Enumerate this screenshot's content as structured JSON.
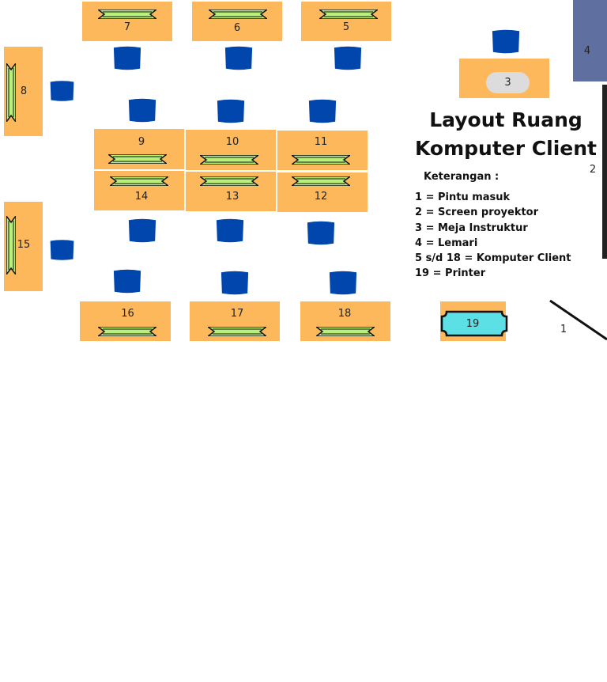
{
  "title_line1": "Layout Ruang",
  "title_line2": "Komputer Client",
  "legend_heading": "Keterangan :",
  "legend_items": [
    "1 = Pintu masuk",
    "2 = Screen proyektor",
    "3 = Meja Instruktur",
    "4 = Lemari",
    "5 s/d 18 = Komputer Client",
    "19 = Printer"
  ],
  "labels": {
    "n1": "1",
    "n2": "2",
    "n3": "3",
    "n4": "4",
    "n5": "5",
    "n6": "6",
    "n7": "7",
    "n8": "8",
    "n9": "9",
    "n10": "10",
    "n11": "11",
    "n12": "12",
    "n13": "13",
    "n14": "14",
    "n15": "15",
    "n16": "16",
    "n17": "17",
    "n18": "18",
    "n19": "19"
  },
  "colors": {
    "desk": "#fdb85b",
    "chair": "#0046ad",
    "keyboard": "#b8f07a",
    "lemari": "#5f6fa0",
    "printer": "#5ce0e6",
    "instructor_oval": "#dcdcdc"
  },
  "icons": {
    "chair": "chair-icon",
    "keyboard": "keyboard-icon",
    "printer": "printer-icon",
    "door": "door-line"
  }
}
